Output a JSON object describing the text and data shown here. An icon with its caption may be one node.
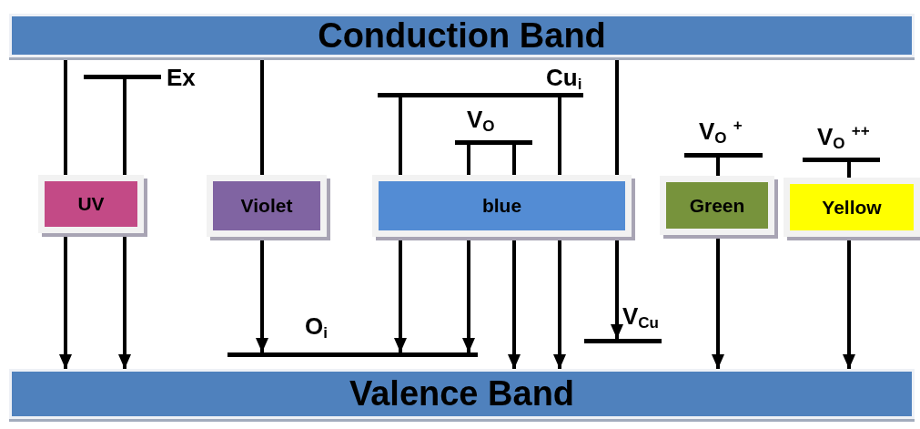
{
  "diagram": {
    "nodes": [
      {
        "text": [
          "Conduction Band"
        ]
      },
      {
        "text": [],
        "shape": "bar",
        "beside": [
          "Ex"
        ]
      },
      {
        "text": [],
        "shape": "bar",
        "beside": [
          "Cu$_{i}$"
        ]
      },
      {
        "text": [],
        "shape": "bar",
        "beside": [
          "V$_{O}$"
        ]
      },
      {
        "text": [],
        "shape": "bar",
        "beside": [
          "V$_{O}$ $^{+}$"
        ]
      },
      {
        "text": [],
        "shape": "bar",
        "beside": [
          "V$_{O}$ $^{++}$"
        ]
      },
      {
        "text": [
          "UV"
        ]
      },
      {
        "text": [
          "Violet"
        ]
      },
      {
        "text": [
          "blue"
        ]
      },
      {
        "text": [
          "Green"
        ]
      },
      {
        "text": [
          "Yellow"
        ]
      },
      {
        "text": [],
        "shape": "bar",
        "beside": [
          "O$_{i}$"
        ]
      },
      {
        "text": [],
        "shape": "bar",
        "beside": [
          "V$_{Cu}$"
        ]
      },
      {
        "text": [
          "Valence Band"
        ]
      }
    ],
    "edges": [
      {
        "from": 0,
        "to": 6,
        "arrow": "none"
      },
      {
        "from": 6,
        "to": 13,
        "arrow": "to"
      },
      {
        "from": 1,
        "to": 6,
        "arrow": "none"
      },
      {
        "from": 6,
        "to": 13,
        "arrow": "to"
      },
      {
        "from": 0,
        "to": 7,
        "arrow": "none"
      },
      {
        "from": 7,
        "to": 11,
        "arrow": "to"
      },
      {
        "from": 2,
        "to": 8,
        "arrow": "none"
      },
      {
        "from": 8,
        "to": 11,
        "arrow": "to"
      },
      {
        "from": 3,
        "to": 8,
        "arrow": "none"
      },
      {
        "from": 8,
        "to": 11,
        "arrow": "to"
      },
      {
        "from": 3,
        "to": 8,
        "arrow": "none"
      },
      {
        "from": 8,
        "to": 13,
        "arrow": "to"
      },
      {
        "from": 2,
        "to": 8,
        "arrow": "none"
      },
      {
        "from": 8,
        "to": 13,
        "arrow": "to"
      },
      {
        "from": 0,
        "to": 8,
        "arrow": "none"
      },
      {
        "from": 8,
        "to": 12,
        "arrow": "to"
      },
      {
        "from": 4,
        "to": 9,
        "arrow": "none"
      },
      {
        "from": 9,
        "to": 13,
        "arrow": "to"
      },
      {
        "from": 5,
        "to": 10,
        "arrow": "none"
      },
      {
        "from": 10,
        "to": 13,
        "arrow": "to"
      }
    ]
  }
}
